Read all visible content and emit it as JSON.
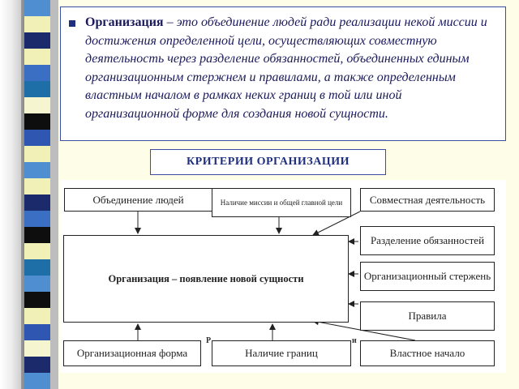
{
  "definition": {
    "term": "Организация",
    "text": " – это объединение людей ради реализации некой миссии и достижения определенной цели, осуществляющих совместную деятельность через разделение обязанностей, объединенных единым организационным стержнем и правилами, а также определенным властным началом в рамках неких границ в той или иной организационной форме для создания новой сущности."
  },
  "criteria_title": "КРИТЕРИИ ОРГАНИЗАЦИИ",
  "diagram": {
    "center": "Организация – появление новой сущности",
    "top": [
      "Объединение людей",
      "Наличие миссии и общей главной цели"
    ],
    "right": [
      "Совместная деятельность",
      "Разделение обязанностей",
      "Организационный стержень",
      "Правила"
    ],
    "bottom": [
      "Организационная форма",
      "Наличие границ",
      "Властное начало"
    ],
    "caption_fragment": "Р",
    "caption_fragment_end": "и"
  },
  "colors": {
    "text": "#1a1a5c",
    "border": "#3a4fa3",
    "background": "#fdfde8"
  }
}
